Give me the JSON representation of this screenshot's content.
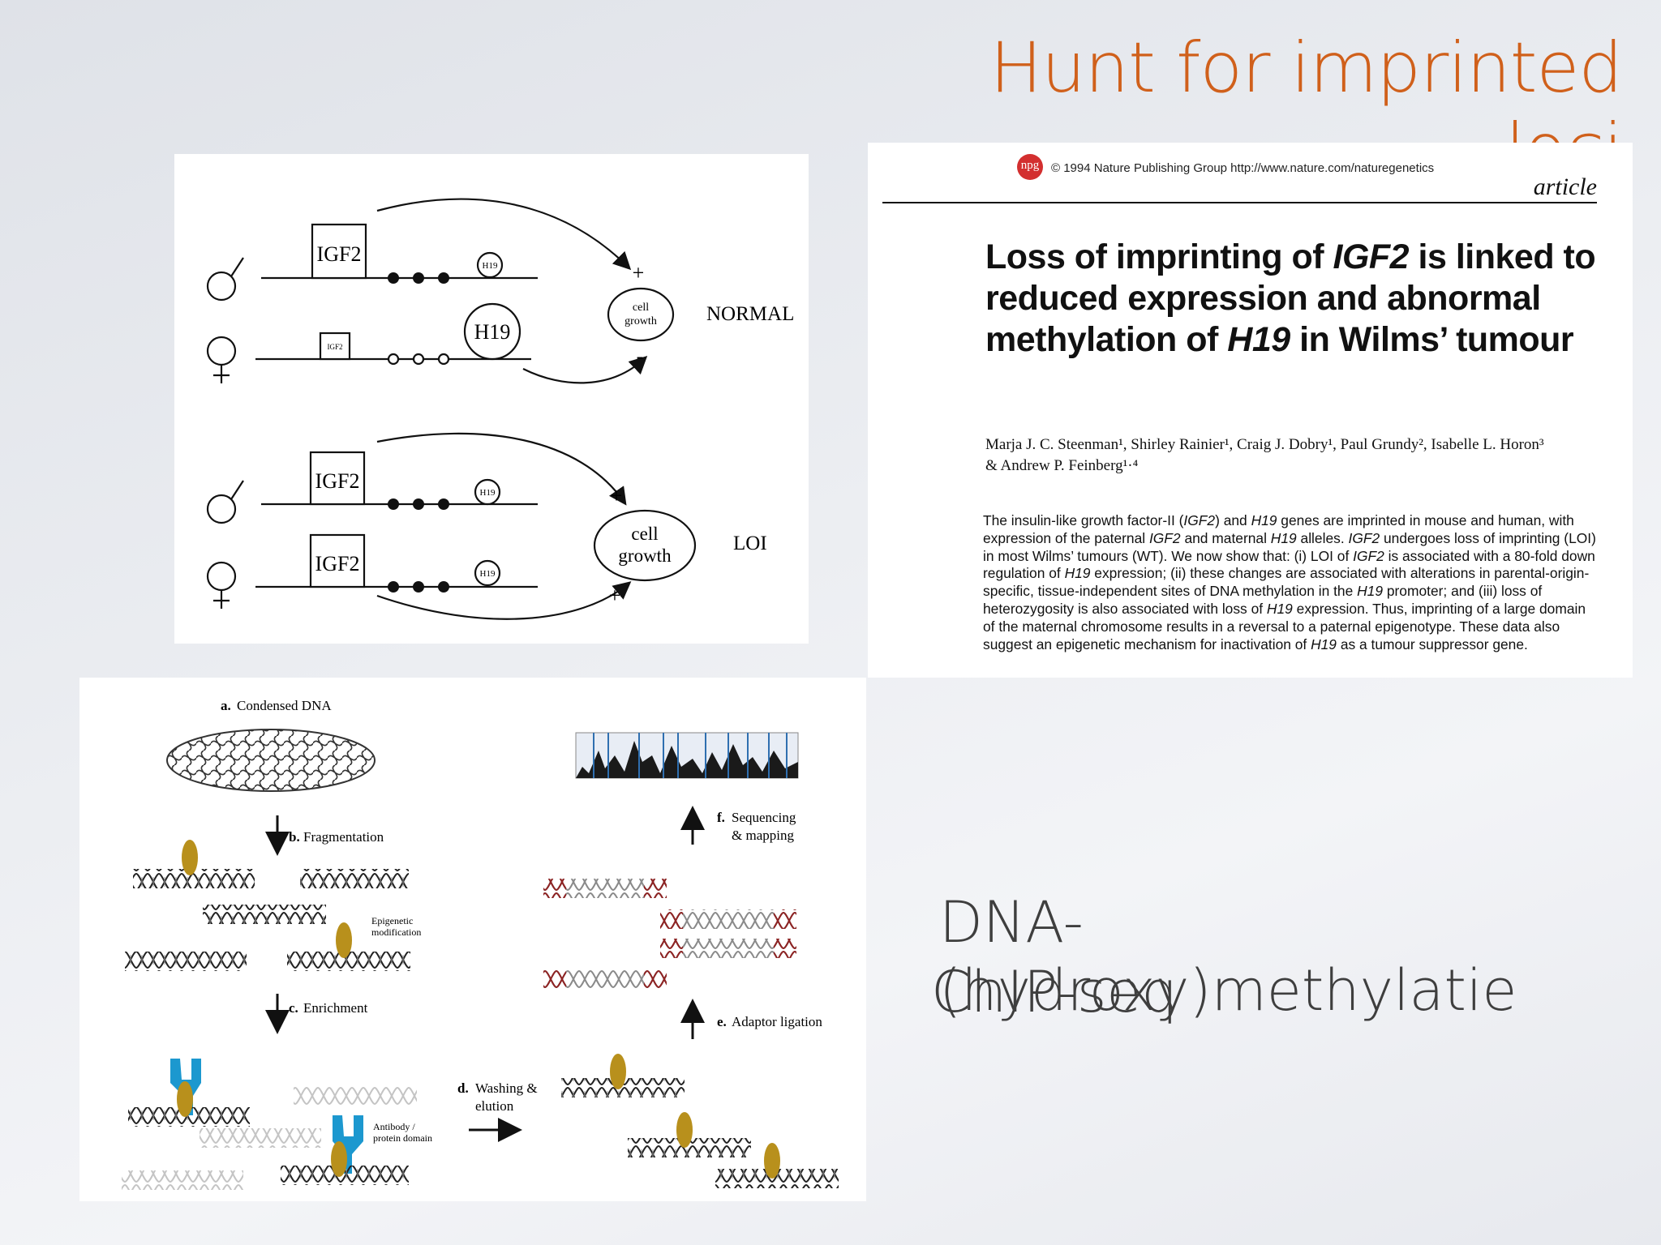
{
  "slide": {
    "title": "Hunt for imprinted loci",
    "side_line_1": "DNA-(hydroxy)methylatie",
    "side_line_2": "ChIP-seq"
  },
  "imprinting_diagram": {
    "gene_igf2": "IGF2",
    "gene_h19": "H19",
    "cell_growth_line1": "cell",
    "cell_growth_line2": "growth",
    "plus": "+",
    "minus": "-",
    "label_normal": "NORMAL",
    "label_loi": "LOI"
  },
  "paper": {
    "logo": "npg",
    "header": "© 1994 Nature Publishing Group  http://www.nature.com/naturegenetics",
    "section": "article",
    "title_parts": [
      "Loss of imprinting of ",
      "IGF2",
      " is linked to reduced expression and abnormal methylation of ",
      "H19",
      " in Wilms’ tumour"
    ],
    "authors_line1": "Marja J. C. Steenman¹, Shirley Rainier¹, Craig J. Dobry¹, Paul Grundy², Isabelle L. Horon³",
    "authors_line2": "& Andrew P. Feinberg¹·⁴",
    "abstract_parts": [
      "The insulin-like growth factor-II (",
      "IGF2",
      ") and ",
      "H19",
      " genes are imprinted in mouse and human, with expression of the paternal ",
      "IGF2",
      " and maternal ",
      "H19",
      " alleles. ",
      "IGF2",
      " undergoes loss of imprinting (LOI) in most Wilms’ tumours (WT). We now show that: (i) LOI of ",
      "IGF2",
      " is associated with a 80-fold down regulation of ",
      "H19",
      " expression; (ii) these changes are associated with alterations in parental-origin-specific, tissue-independent sites of DNA methylation in the ",
      "H19",
      " promoter; and (iii) loss of heterozygosity is also associated with loss of ",
      "H19",
      " expression. Thus, imprinting of a large domain of the maternal chromosome results in a reversal to a paternal epigenotype. These data also suggest an epigenetic mechanism for inactivation of ",
      "H19",
      " as a tumour suppressor gene."
    ]
  },
  "chip_diagram": {
    "step_a_letter": "a.",
    "step_a": "Condensed DNA",
    "step_b_letter": "b.",
    "step_b": "Fragmentation",
    "step_c_letter": "c.",
    "step_c": "Enrichment",
    "step_d_letter": "d.",
    "step_d_1": "Washing &",
    "step_d_2": "elution",
    "step_e_letter": "e.",
    "step_e": "Adaptor ligation",
    "step_f_letter": "f.",
    "step_f_1": "Sequencing",
    "step_f_2": "& mapping",
    "epigenetic_1": "Epigenetic",
    "epigenetic_2": "modification",
    "antibody_1": "Antibody /",
    "antibody_2": "protein domain"
  },
  "colors": {
    "title": "#d0601b",
    "modification": "#b8901c",
    "antibody": "#1c98cf",
    "adaptor": "#8e2323",
    "npg_logo": "#d32f2f"
  }
}
